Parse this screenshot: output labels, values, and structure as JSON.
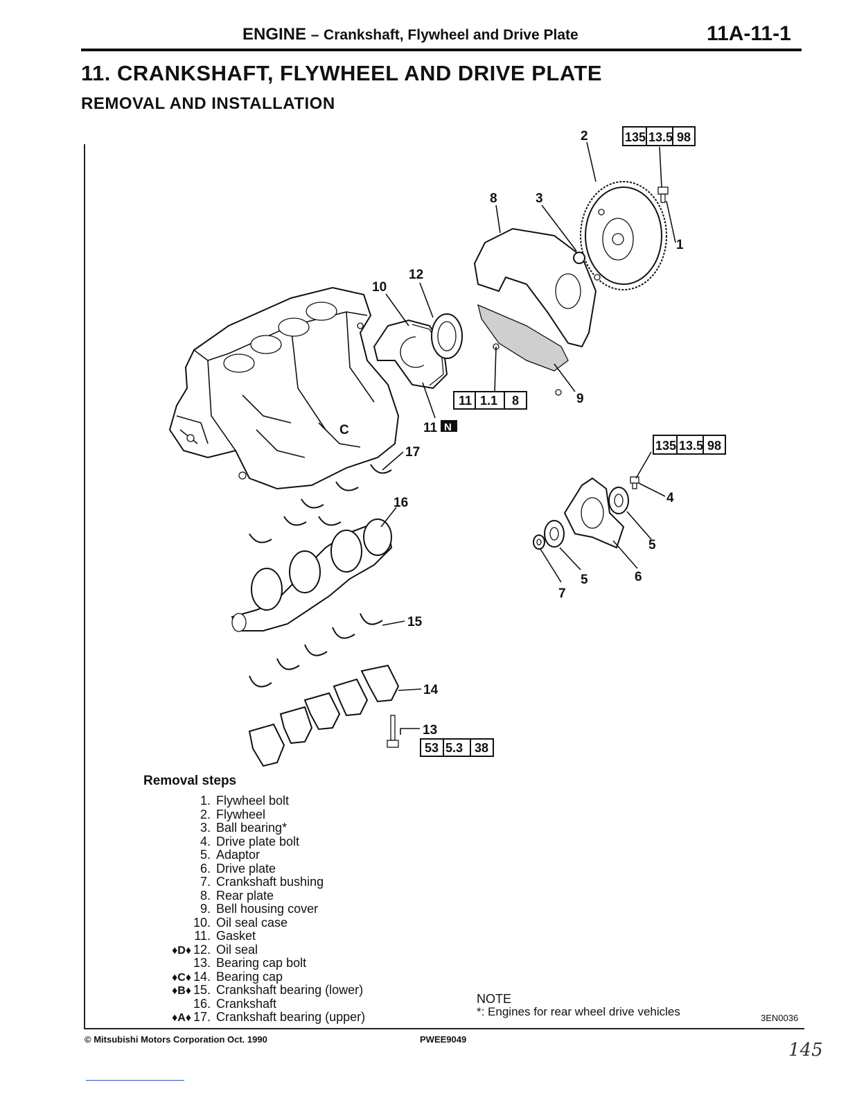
{
  "header": {
    "section": "ENGINE",
    "dash": "–",
    "topic": "Crankshaft, Flywheel and Drive Plate",
    "page": "11A-11-1"
  },
  "title": "11. CRANKSHAFT, FLYWHEEL AND DRIVE PLATE",
  "subtitle": "REMOVAL AND INSTALLATION",
  "diagram": {
    "callouts": [
      "1",
      "2",
      "3",
      "4",
      "5",
      "5",
      "6",
      "7",
      "8",
      "9",
      "10",
      "11",
      "12",
      "13",
      "14",
      "15",
      "16",
      "17"
    ],
    "new_part_mark": "N",
    "torque_flywheel": [
      "135",
      "13.5",
      "98"
    ],
    "torque_driveplate": [
      "135",
      "13.5",
      "98"
    ],
    "torque_housing": [
      "11",
      "1.1",
      "8"
    ],
    "torque_capbolt": [
      "53",
      "5.3",
      "38"
    ],
    "cylinder_letter": "C"
  },
  "removal": {
    "title": "Removal steps",
    "steps": [
      {
        "mark": "",
        "num": "1.",
        "text": "Flywheel bolt"
      },
      {
        "mark": "",
        "num": "2.",
        "text": "Flywheel"
      },
      {
        "mark": "",
        "num": "3.",
        "text": "Ball bearing*"
      },
      {
        "mark": "",
        "num": "4.",
        "text": "Drive plate bolt"
      },
      {
        "mark": "",
        "num": "5.",
        "text": "Adaptor"
      },
      {
        "mark": "",
        "num": "6.",
        "text": "Drive plate"
      },
      {
        "mark": "",
        "num": "7.",
        "text": "Crankshaft bushing"
      },
      {
        "mark": "",
        "num": "8.",
        "text": "Rear plate"
      },
      {
        "mark": "",
        "num": "9.",
        "text": "Bell housing cover"
      },
      {
        "mark": "",
        "num": "10.",
        "text": "Oil seal case"
      },
      {
        "mark": "",
        "num": "11.",
        "text": "Gasket"
      },
      {
        "mark": "♦D♦",
        "num": "12.",
        "text": "Oil seal"
      },
      {
        "mark": "",
        "num": "13.",
        "text": "Bearing cap bolt"
      },
      {
        "mark": "♦C♦",
        "num": "14.",
        "text": "Bearing cap"
      },
      {
        "mark": "♦B♦",
        "num": "15.",
        "text": "Crankshaft bearing (lower)"
      },
      {
        "mark": "",
        "num": "16.",
        "text": "Crankshaft"
      },
      {
        "mark": "♦A♦",
        "num": "17.",
        "text": "Crankshaft bearing (upper)"
      }
    ]
  },
  "note": {
    "heading": "NOTE",
    "text": "*: Engines for rear wheel drive vehicles"
  },
  "figure_id": "3EN0036",
  "footer": {
    "copyright": "© Mitsubishi Motors Corporation   Oct. 1990",
    "publication": "PWEE9049"
  },
  "handwritten_page": "145"
}
